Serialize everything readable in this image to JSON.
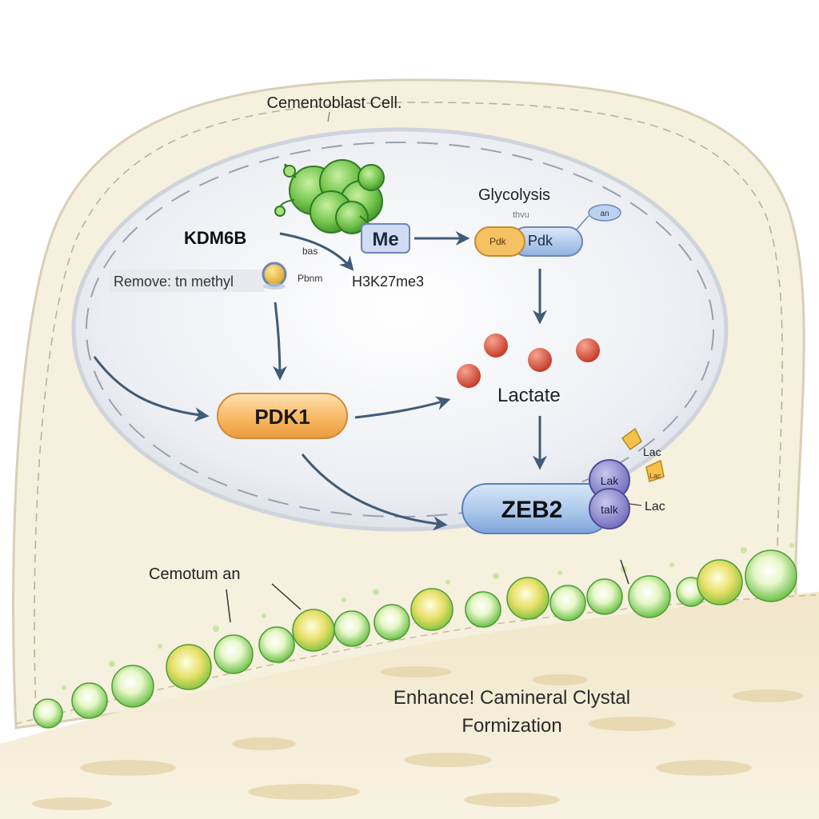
{
  "cell": {
    "title": "Cementoblast Cell."
  },
  "nucleus": {
    "kdm6b_label": "KDM6B",
    "me_label": "Me",
    "me_small_label": "bas",
    "enzyme_small_label": "Pbnm",
    "remove_label": "Remove: tn methyl",
    "h3k27_label": "H3K27me3",
    "pdk1_label": "PDK1",
    "glycolysis_label": "Glycolysis",
    "glycolysis_sub_label": "thvu",
    "pdk_label": "Pdk",
    "pdk_left_label": "Pdk",
    "bubble_label": "an",
    "lactate_label": "Lactate",
    "zeb2_label": "ZEB2",
    "zeb2_top_label": "Lak",
    "zeb2_bottom_label": "talk",
    "lac_top_label": "Lac",
    "lac_bottom_label": "Lac",
    "lac_marker_label": "Lac"
  },
  "bottom": {
    "cementum_label": "Cemotum an",
    "enhanced_line1": "Enhance! Camineral Clystal",
    "enhanced_line2": "Formization"
  },
  "colors": {
    "cell_fill": "#f7f1e1",
    "nucleus_fill": "#eef0f4",
    "arrow": "#3f5b78",
    "pdk1_fill": "#f7b865",
    "zeb2_fill": "#a8c6ea",
    "lak_fill": "#8a88cc",
    "lactate_dot": "#d9523f",
    "crystal_green": "#7bcf55",
    "bone_fill": "#efe3c4"
  }
}
